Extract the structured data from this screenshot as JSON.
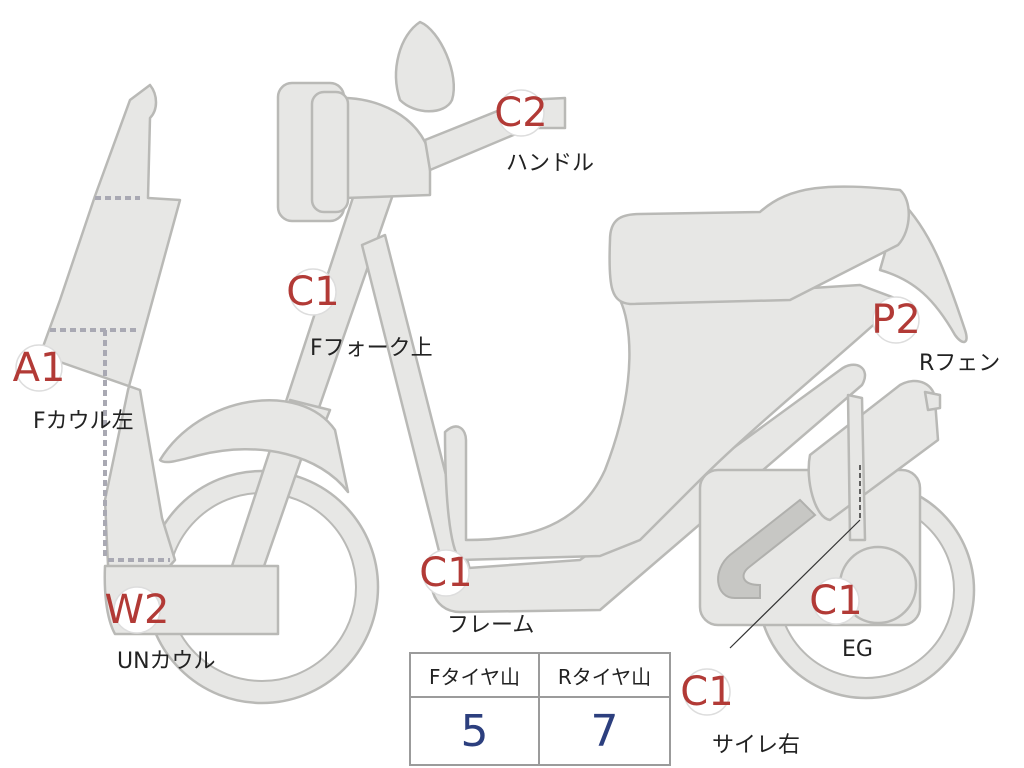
{
  "markers": {
    "c2_handle": {
      "code": "C2",
      "label": "ハンドル"
    },
    "c1_fork": {
      "code": "C1",
      "label": "Fフォーク上"
    },
    "a1_cowl": {
      "code": "A1",
      "label": "Fカウル左"
    },
    "w2_undercowl": {
      "code": "W2",
      "label": "UNカウル"
    },
    "c1_frame": {
      "code": "C1",
      "label": "フレーム"
    },
    "p2_rfender": {
      "code": "P2",
      "label": "Rフェン"
    },
    "c1_engine": {
      "code": "C1",
      "label": "EG"
    },
    "c1_muffler": {
      "code": "C1",
      "label": "サイレ右"
    }
  },
  "tire_table": {
    "headers": [
      "Fタイヤ山",
      "Rタイヤ山"
    ],
    "values": [
      "5",
      "7"
    ]
  },
  "colors": {
    "part_fill": "#e7e7e5",
    "part_stroke": "#b9b9b6",
    "marker_text": "#b23a36",
    "table_value": "#2c3f7e"
  }
}
